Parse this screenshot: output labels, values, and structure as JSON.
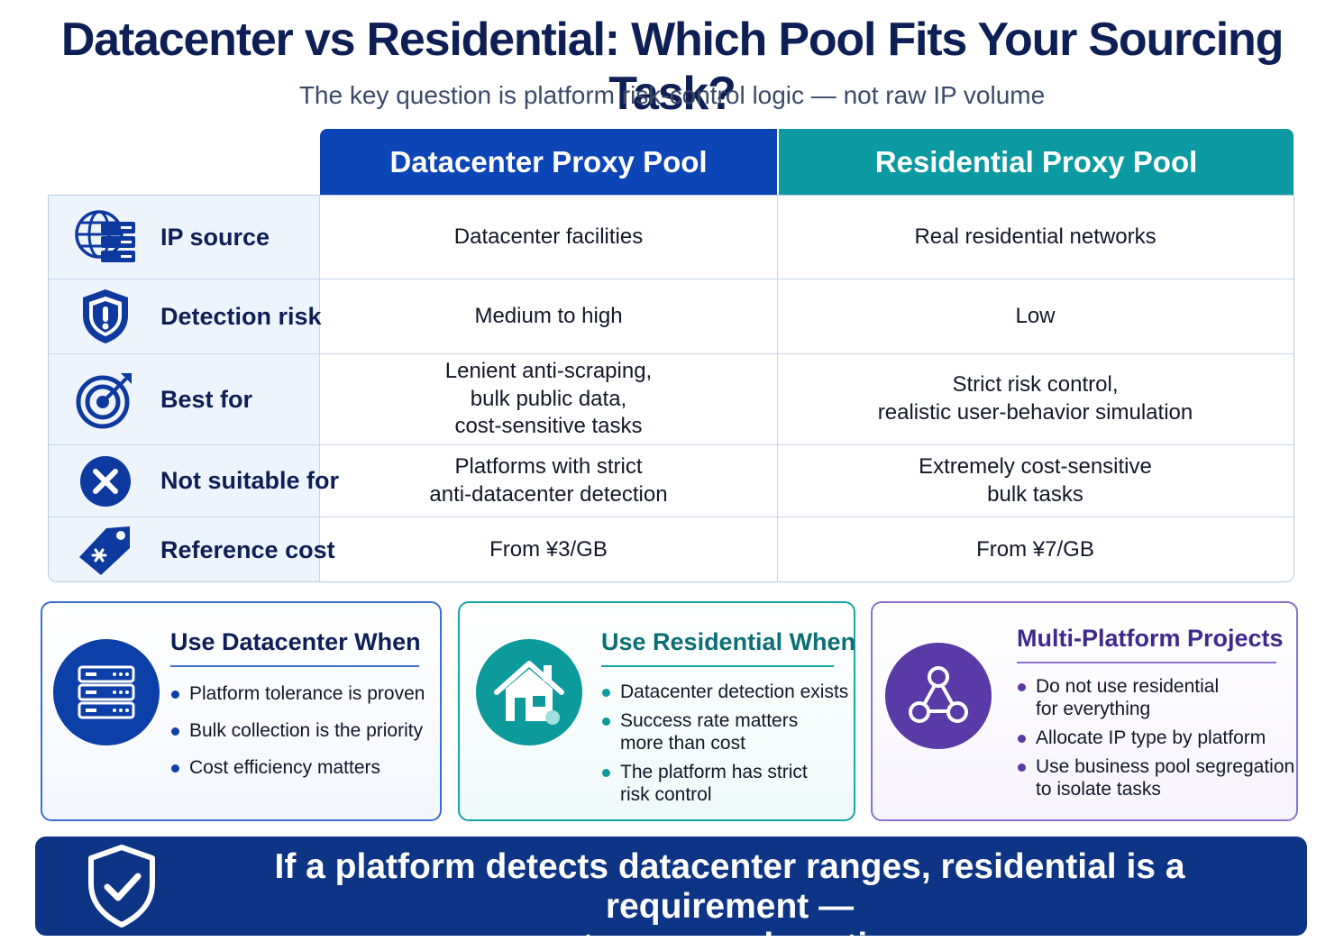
{
  "header": {
    "title": "Datacenter vs Residential: Which Pool Fits Your Sourcing Task?",
    "subtitle": "The key question is platform risk-control logic — not raw IP volume"
  },
  "table": {
    "columns": {
      "datacenter": "Datacenter Proxy Pool",
      "residential": "Residential Proxy Pool"
    },
    "rows": [
      {
        "icon": "globe-server-icon",
        "label": "IP source",
        "datacenter": "Datacenter facilities",
        "residential": "Real residential networks"
      },
      {
        "icon": "shield-alert-icon",
        "label": "Detection risk",
        "datacenter": "Medium to high",
        "residential": "Low"
      },
      {
        "icon": "target-icon",
        "label": "Best for",
        "datacenter": "Lenient anti-scraping,\nbulk public data,\ncost-sensitive tasks",
        "residential": "Strict risk control,\nrealistic user-behavior simulation"
      },
      {
        "icon": "x-circle-icon",
        "label": "Not suitable for",
        "datacenter": "Platforms with strict\nanti-datacenter detection",
        "residential": "Extremely cost-sensitive\nbulk tasks"
      },
      {
        "icon": "price-tag-icon",
        "label": "Reference cost",
        "datacenter": "From ¥3/GB",
        "residential": "From ¥7/GB"
      }
    ]
  },
  "cards": [
    {
      "icon": "server-rack-icon",
      "title": "Use Datacenter When",
      "items": [
        "Platform tolerance is proven",
        "Bulk collection is the priority",
        "Cost efficiency matters"
      ]
    },
    {
      "icon": "house-icon",
      "title": "Use Residential When",
      "items": [
        "Datacenter detection exists",
        "Success rate matters\nmore than cost",
        "The platform has strict\nrisk control"
      ]
    },
    {
      "icon": "network-nodes-icon",
      "title": "Multi-Platform Projects",
      "items": [
        "Do not use residential\nfor everything",
        "Allocate IP type by platform",
        "Use business pool segregation\nto isolate tasks"
      ]
    }
  ],
  "banner": {
    "icon": "shield-check-icon",
    "line1": "If a platform detects datacenter ranges, residential is a requirement —",
    "line2": "not an upgrade option."
  },
  "colors": {
    "navy": "#0e1f56",
    "datacenter_blue": "#0b45b6",
    "residential_teal": "#0b9aa1",
    "multi_purple": "#5a3aa6",
    "banner_navy": "#0d3485"
  }
}
